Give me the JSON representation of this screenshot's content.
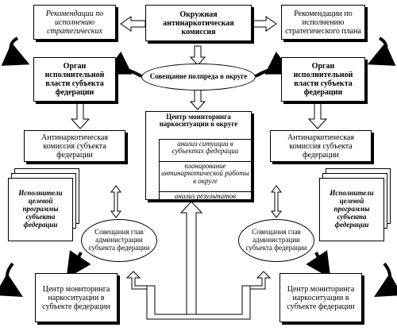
{
  "top": {
    "commission": "Окружная антинаркотическая комиссия",
    "rec_left": "Рекомендации по исполнению стратегических",
    "rec_right": "Рекомендации по исполнению стратегического плана"
  },
  "council": "Совещание полпреда в округе",
  "organ_left": "Орган исполнительной власти субъекта федерации",
  "organ_right": "Орган исполнительной власти субъекта федерации",
  "center": {
    "title": "Центр мониторинга наркоситуации в округе",
    "rows": [
      "анализ ситуации в субъектах федерации",
      "планирование антинаркотической работы в округе",
      "анализ результатов"
    ]
  },
  "ank_left": "Антинаркотическая комиссия субъекта федерации",
  "ank_right": "Антинаркотическая комиссия субъекта федерации",
  "exec_left": "Исполнители целевой программы субъекта федерации",
  "exec_right": "Исполнители целевой программы субъекта федерации",
  "meet_left": "Совещания глав администрации субъекта федерации",
  "meet_right": "Совещания глав администрации субъекта федерации",
  "mon_left": "Центр мониторинга наркоситуации в субъекте федерации",
  "mon_right": "Центр мониторинга наркоситуации в субъекте федерации"
}
